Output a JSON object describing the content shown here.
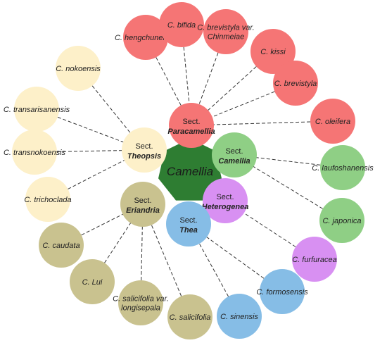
{
  "center": "Camellia",
  "colors": {
    "center": "#2e7d32",
    "paracamellia": "#f57575",
    "camellia": "#8fcf85",
    "heterogenea": "#d890f2",
    "thea": "#86bde6",
    "eriandria": "#c9c28f",
    "theopsis": "#fdf0c9"
  },
  "sections": [
    {
      "id": "paracamellia",
      "prefix": "Sect.",
      "name": "Paracamellia"
    },
    {
      "id": "camellia",
      "prefix": "Sect.",
      "name": "Camellia"
    },
    {
      "id": "heterogenea",
      "prefix": "Sect.",
      "name": "Heterogenea"
    },
    {
      "id": "thea",
      "prefix": "Sect.",
      "name": "Thea"
    },
    {
      "id": "eriandria",
      "prefix": "Sect.",
      "name": "Eriandria"
    },
    {
      "id": "theopsis",
      "prefix": "Sect.",
      "name": "Theopsis"
    }
  ],
  "species": [
    {
      "section": "paracamellia",
      "lines": [
        "C. hengchunensis"
      ]
    },
    {
      "section": "paracamellia",
      "lines": [
        "C. bifida"
      ]
    },
    {
      "section": "paracamellia",
      "lines": [
        "C. brevistyla var.",
        "Chinmeiae"
      ]
    },
    {
      "section": "paracamellia",
      "lines": [
        "C. kissi"
      ]
    },
    {
      "section": "paracamellia",
      "lines": [
        "C. brevistyla"
      ]
    },
    {
      "section": "paracamellia",
      "lines": [
        "C. oleifera"
      ]
    },
    {
      "section": "camellia",
      "lines": [
        "C. laufoshanensis"
      ]
    },
    {
      "section": "camellia",
      "lines": [
        "C. japonica"
      ]
    },
    {
      "section": "heterogenea",
      "lines": [
        "C. furfuracea"
      ]
    },
    {
      "section": "thea",
      "lines": [
        "C. formosensis"
      ]
    },
    {
      "section": "thea",
      "lines": [
        "C. sinensis"
      ]
    },
    {
      "section": "eriandria",
      "lines": [
        "C. salicifolia"
      ]
    },
    {
      "section": "eriandria",
      "lines": [
        "C. salicifolia var.",
        "longisepala"
      ]
    },
    {
      "section": "eriandria",
      "lines": [
        "C. Lui"
      ]
    },
    {
      "section": "eriandria",
      "lines": [
        "C. caudata"
      ]
    },
    {
      "section": "theopsis",
      "lines": [
        "C. trichoclada"
      ]
    },
    {
      "section": "theopsis",
      "lines": [
        "C. transnokoensis"
      ]
    },
    {
      "section": "theopsis",
      "lines": [
        "C. transarisanensis"
      ]
    },
    {
      "section": "theopsis",
      "lines": [
        "C. nokoensis"
      ]
    }
  ]
}
